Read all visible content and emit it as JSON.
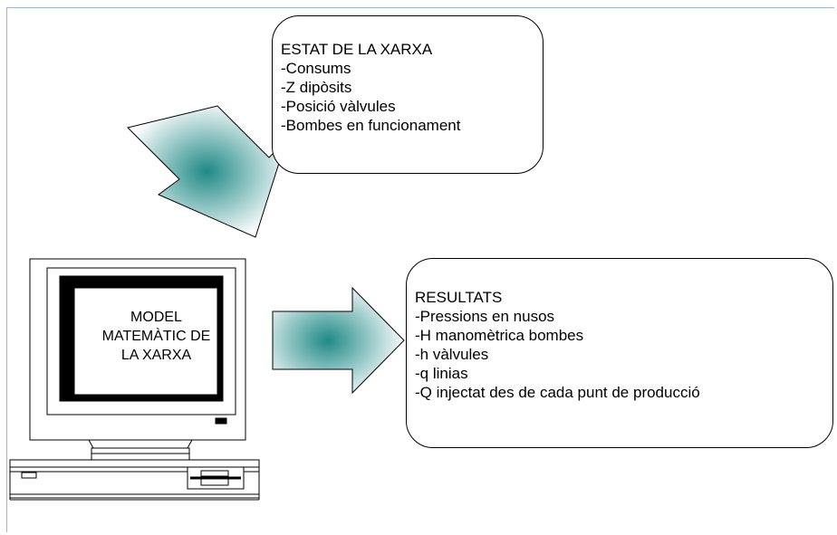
{
  "network_state": {
    "title": "ESTAT DE LA XARXA",
    "items": [
      "-Consums",
      "-Z dipòsits",
      "-Posició vàlvules",
      "-Bombes en funcionament"
    ]
  },
  "model": {
    "lines": [
      "MODEL",
      "MATEMÀTIC DE",
      "LA XARXA"
    ]
  },
  "results": {
    "title": "RESULTATS",
    "items": [
      "-Pressions en nusos",
      "-H manomètrica bombes",
      "-h vàlvules",
      "-q linias",
      "-Q injectat des de cada punt de producció"
    ]
  },
  "colors": {
    "arrow_center": "#1f8a86",
    "arrow_edge": "#ffffff",
    "frame": "#9bb7d6"
  }
}
